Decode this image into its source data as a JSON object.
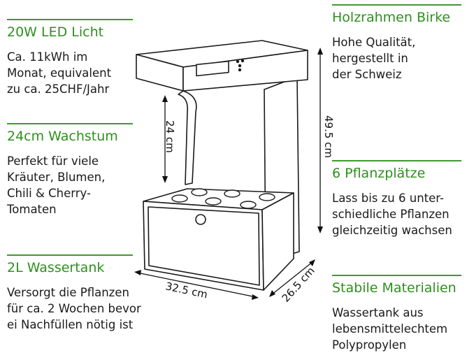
{
  "left": [
    {
      "title": "20W LED Licht",
      "lines": [
        "Ca. 11kWh im",
        "Monat, equivalent",
        "zu ca. 25CHF/Jahr"
      ]
    },
    {
      "title": "24cm Wachstum",
      "lines": [
        "Perfekt für viele",
        "Kräuter, Blumen,",
        "Chili & Cherry-",
        "Tomaten"
      ]
    },
    {
      "title": "2L Wassertank",
      "lines": [
        "Versorgt die Pflanzen",
        "für ca. 2 Wochen bevor",
        "ei Nachfüllen nötig ist"
      ]
    }
  ],
  "right": [
    {
      "title": "Holzrahmen Birke",
      "lines": [
        "Hohe Qualität,",
        "hergestellt in",
        "der Schweiz"
      ]
    },
    {
      "title": "6 Pflanzplätze",
      "lines": [
        "Lass bis zu  6 unter-",
        "schiedliche Pflanzen",
        "gleichzeitig wachsen"
      ]
    },
    {
      "title": "Stabile Materialien",
      "lines": [
        "Wassertank aus",
        "lebensmittelechtem",
        "Polypropylen"
      ]
    }
  ],
  "dimensions": {
    "height": "49.5 cm",
    "growth": "24 cm",
    "width": "32.5 cm",
    "depth": "26.5 cm"
  }
}
